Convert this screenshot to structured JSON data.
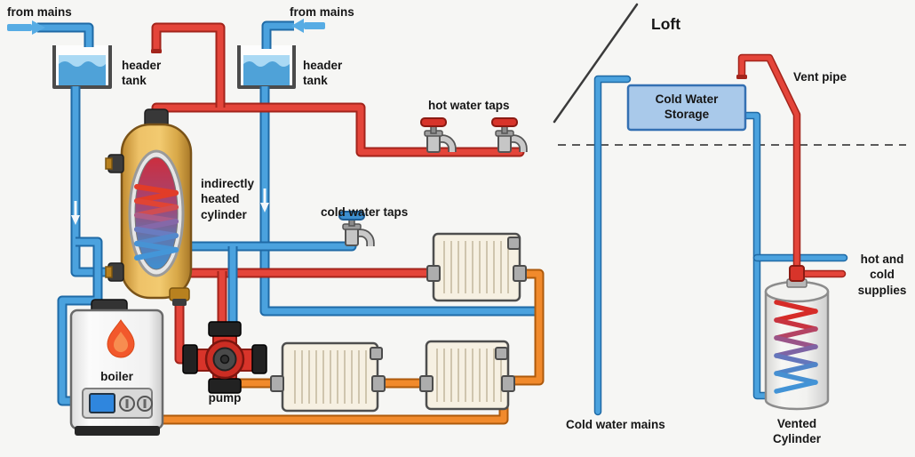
{
  "left_diagram": {
    "from_mains_top_left": "from mains",
    "header_tank_left": "header\ntank",
    "from_mains_top_right": "from mains",
    "header_tank_right": "header\ntank",
    "indirectly_heated_cylinder": "indirectly\nheated\ncylinder",
    "hot_water_taps": "hot water taps",
    "cold_water_taps": "cold water taps",
    "boiler": "boiler",
    "pump": "pump"
  },
  "right_diagram": {
    "loft": "Loft",
    "cold_water_storage": "Cold Water\nStorage",
    "vent_pipe": "Vent pipe",
    "hot_and_cold_supplies": "hot and cold\nsupplies",
    "cold_water_mains": "Cold water mains",
    "vented_cylinder": "Vented\nCylinder"
  },
  "colors": {
    "hot_pipe_red": "#e4453a",
    "cold_pipe_blue": "#4ba2de",
    "heating_return_orange": "#f18a2c",
    "cylinder_gold": "#e8b854",
    "storage_tank_blue": "#a9c9ea",
    "background": "#f6f6f4"
  }
}
